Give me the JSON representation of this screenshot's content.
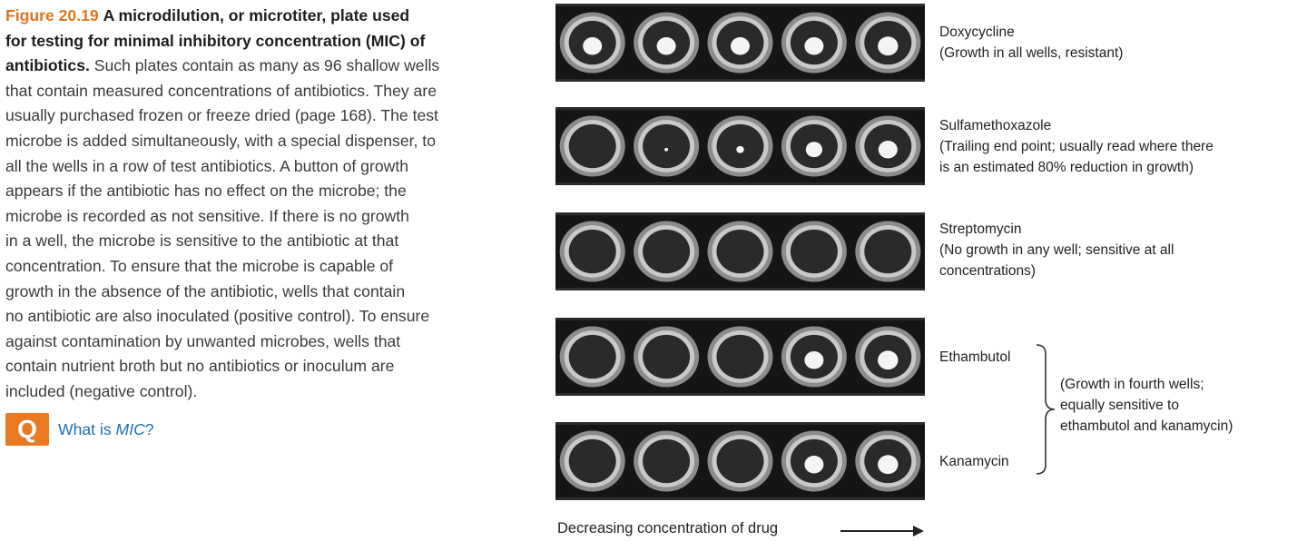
{
  "caption": {
    "figure_number": "Figure 20.19",
    "title_lines": [
      "A microdilution, or microtiter, plate used",
      "for testing for minimal inhibitory concentration (MIC) of",
      "antibiotics."
    ],
    "body_first": "Such plates contain as many as 96 shallow wells",
    "body_lines": [
      "that contain measured concentrations of antibiotics. They are",
      "usually purchased frozen or freeze dried (page 168). The test",
      "microbe is added simultaneously, with a special dispenser, to",
      "all the wells in a row of test antibiotics. A button of growth",
      "appears if the antibiotic has no effect on the microbe; the",
      "microbe is recorded as not sensitive. If there is no growth",
      "in a well, the microbe is sensitive to the antibiotic at that",
      "concentration. To ensure that the microbe is capable of",
      "growth in the absence of the antibiotic, wells that contain",
      "no antibiotic are also inoculated (positive control). To ensure",
      "against contamination by unwanted microbes, wells that",
      "contain nutrient broth but no antibiotics or inoculum are",
      "included (negative control)."
    ]
  },
  "question": {
    "badge": "Q",
    "prefix": "What is ",
    "term": "MIC",
    "suffix": "?"
  },
  "plates": [
    {
      "name": "Doxycycline",
      "note_lines": [
        "(Growth in all wells, resistant)"
      ],
      "growth": [
        0.75,
        0.75,
        0.75,
        0.75,
        0.8
      ]
    },
    {
      "name": "Sulfamethoxazole",
      "note_lines": [
        "(Trailing end point; usually read where there",
        "is an estimated 80% reduction in growth)"
      ],
      "growth": [
        0.0,
        0.08,
        0.3,
        0.65,
        0.75
      ]
    },
    {
      "name": "Streptomycin",
      "note_lines": [
        "(No growth in any well; sensitive at all",
        "concentrations)"
      ],
      "growth": [
        0,
        0,
        0,
        0,
        0
      ]
    },
    {
      "name": "Ethambutol",
      "note_lines": [],
      "growth": [
        0,
        0,
        0,
        0.75,
        0.8
      ]
    },
    {
      "name": "Kanamycin",
      "note_lines": [],
      "growth": [
        0,
        0,
        0,
        0.75,
        0.8
      ]
    }
  ],
  "shared_note_lines": [
    "(Growth in fourth wells;",
    "equally sensitive to",
    "ethambutol and kanamycin)"
  ],
  "axis_note": "Decreasing concentration of drug",
  "colors": {
    "figure_number": "#e0751f",
    "question_badge": "#ea7a22",
    "question_text": "#1e6fb5"
  }
}
